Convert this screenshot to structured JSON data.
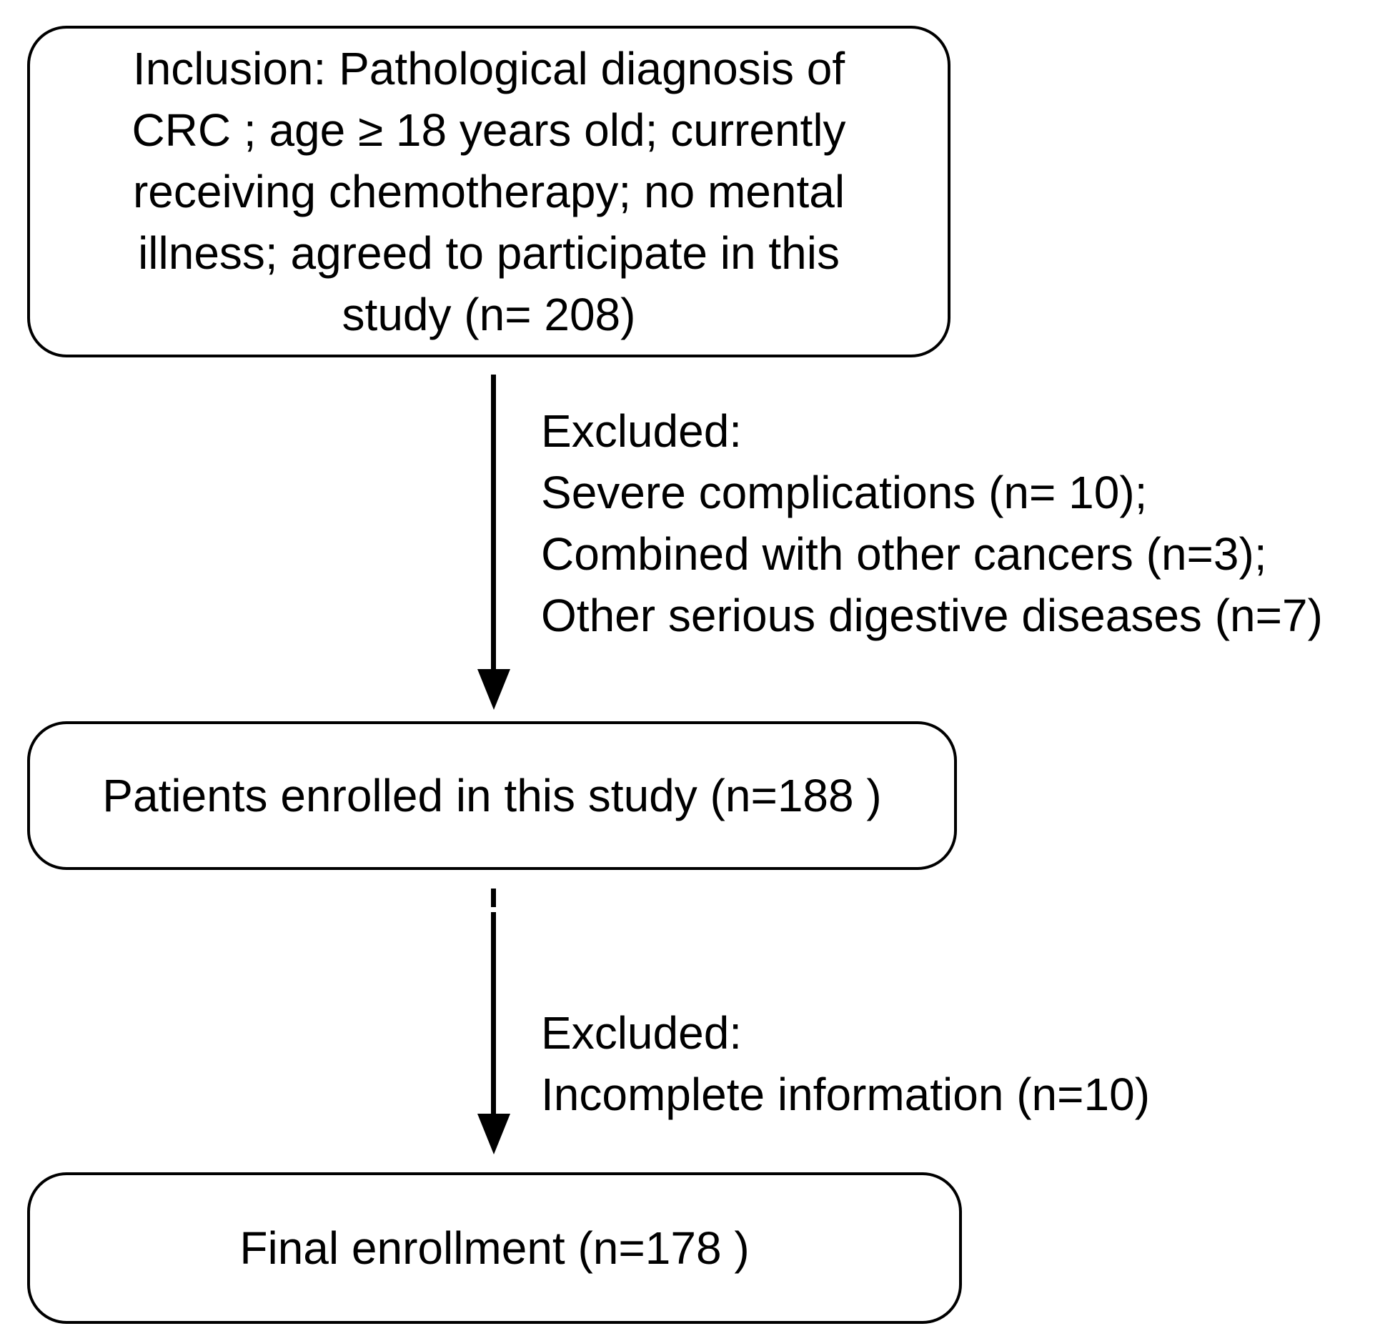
{
  "colors": {
    "background": "#ffffff",
    "stroke": "#000000",
    "text": "#000000"
  },
  "boxes": {
    "inclusion": {
      "lines": [
        "Inclusion: Pathological diagnosis of",
        "CRC ; age ≥ 18 years old; currently",
        "receiving chemotherapy; no mental",
        "illness; agreed to participate in this",
        "study (n= 208)"
      ]
    },
    "enrolled": {
      "text": "Patients enrolled in this study (n=188 )"
    },
    "final": {
      "text": "Final enrollment (n=178 )"
    }
  },
  "notes": {
    "first": {
      "lines": [
        "Excluded:",
        "Severe complications (n= 10);",
        "Combined with other cancers (n=3);",
        "Other serious digestive diseases (n=7)"
      ]
    },
    "second": {
      "lines": [
        "Excluded:",
        "Incomplete information (n=10)"
      ]
    }
  }
}
